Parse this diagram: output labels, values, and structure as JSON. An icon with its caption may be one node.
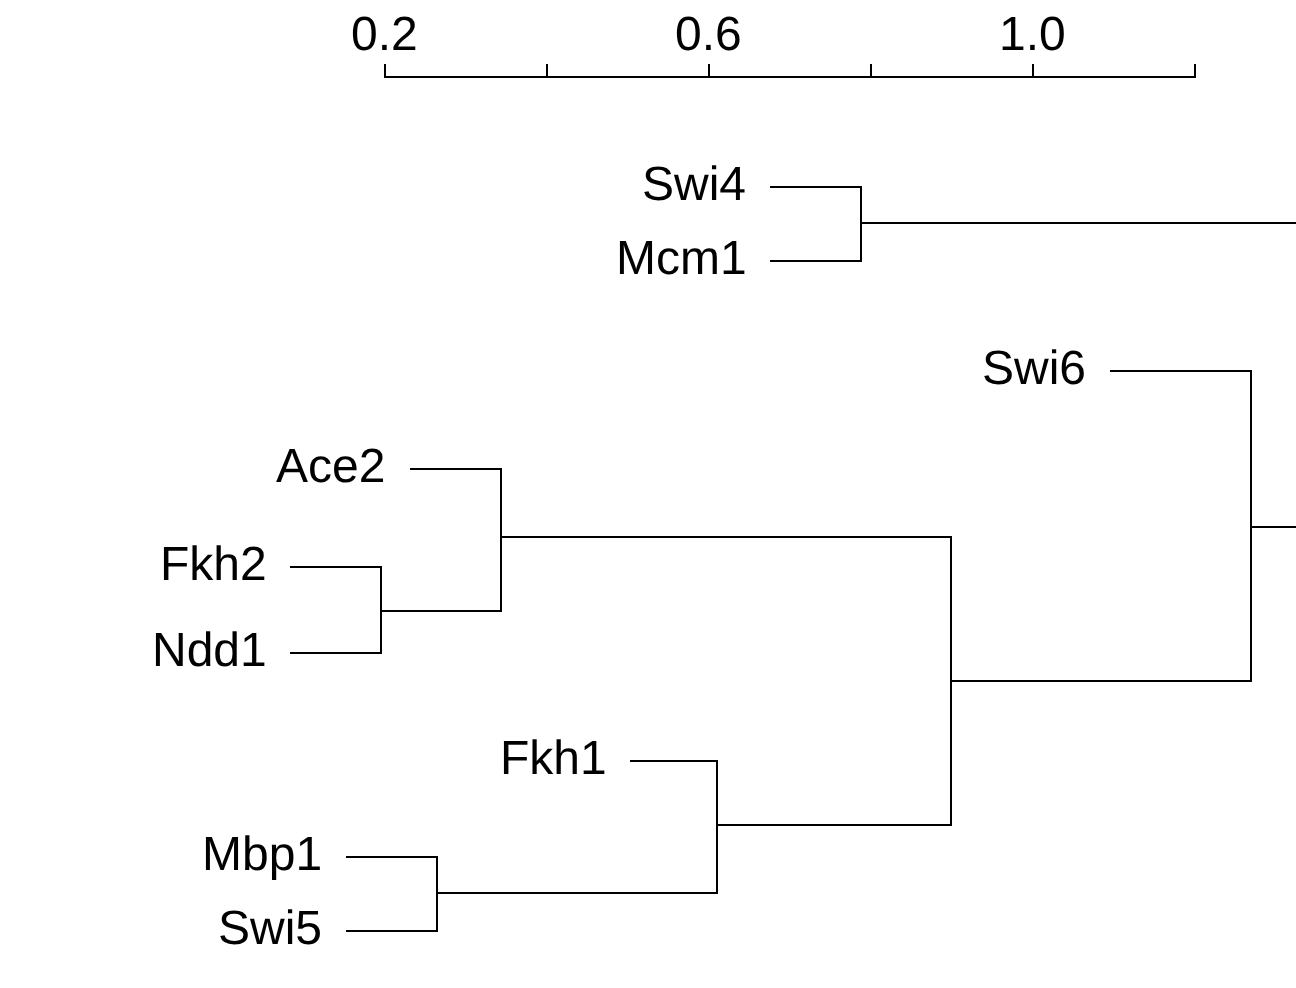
{
  "diagram": {
    "labels": [
      "0.2",
      "0.6",
      "1.0",
      "Swi4",
      "Mcm1",
      "Swi6",
      "Ace2",
      "Fkh2",
      "Ndd1",
      "Fkh1",
      "Mbp1",
      "Swi5"
    ]
  }
}
